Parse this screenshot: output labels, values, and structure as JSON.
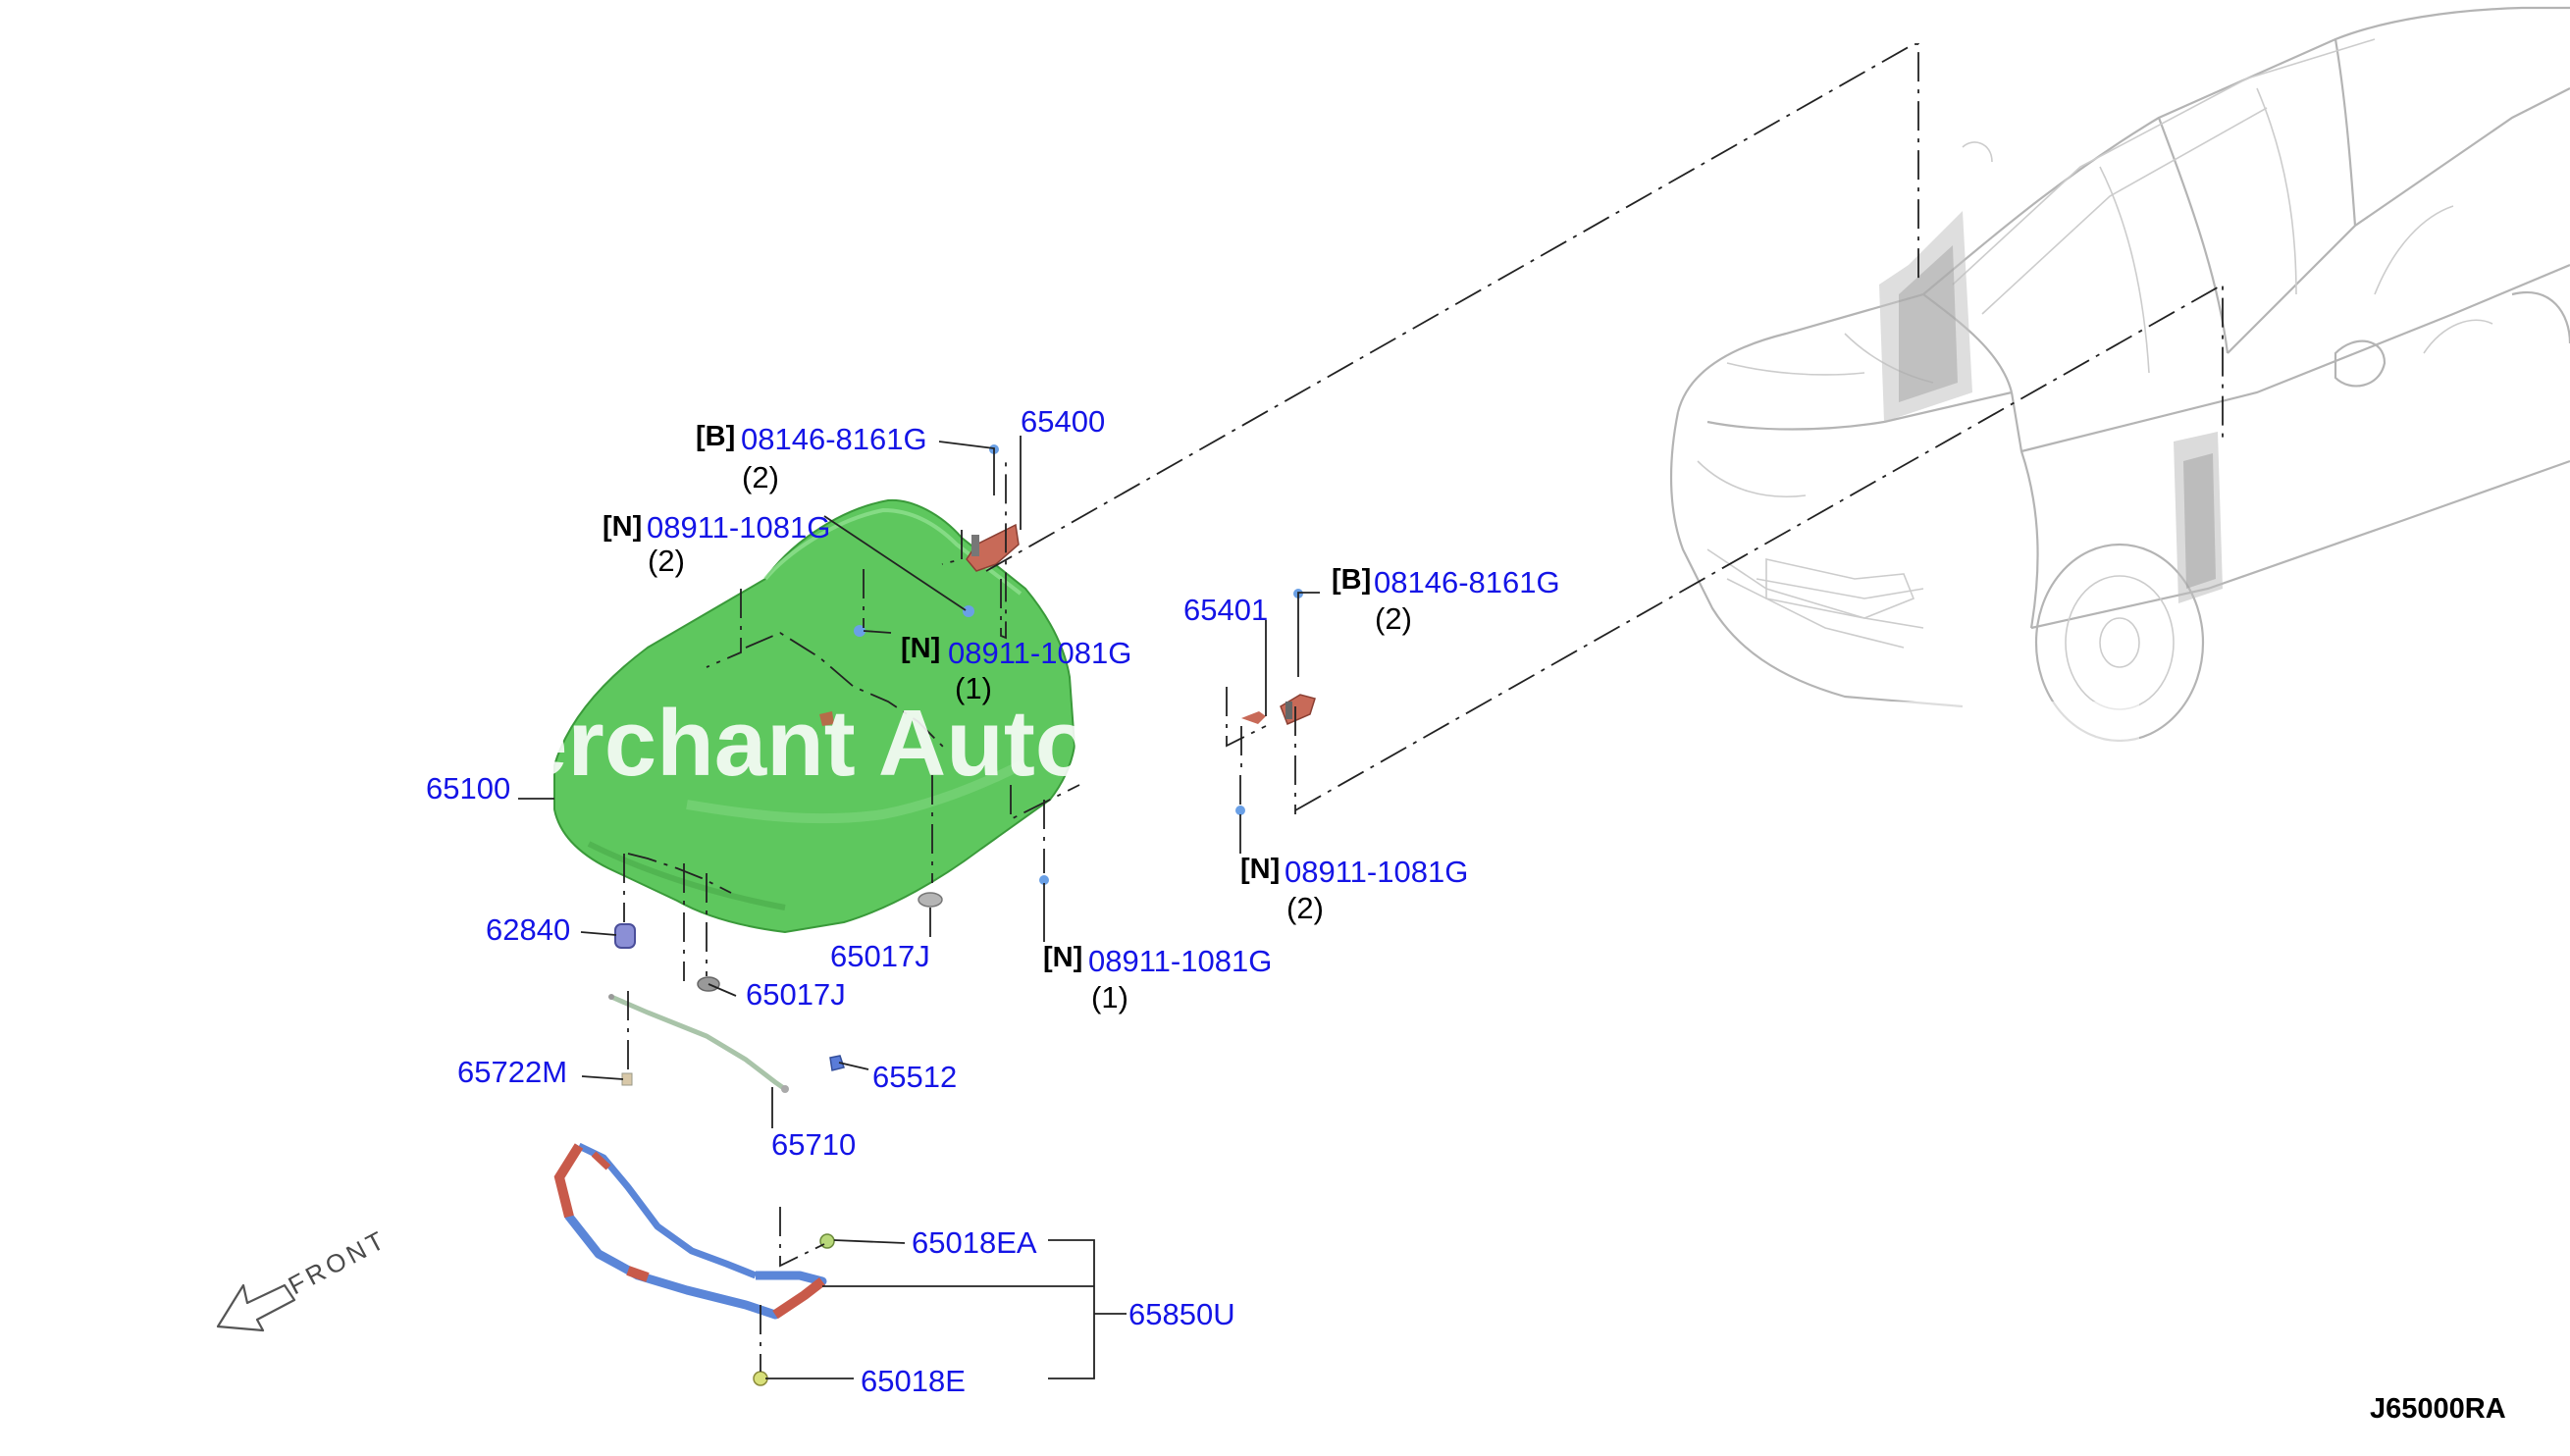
{
  "diagram_code": "J65000RA",
  "watermark": "Merchant Auto",
  "front_label": "FRONT",
  "colors": {
    "part_number": "#1414e6",
    "hood": "#5cc65c",
    "seal_blue": "#5b86d8",
    "seal_red": "#c85a4a",
    "leader": "#222222"
  },
  "callouts": [
    {
      "id": "65400",
      "part": "65400"
    },
    {
      "id": "b-08146-left",
      "bracket": "[B]",
      "part": "08146-8161G",
      "qty": "(2)"
    },
    {
      "id": "n-08911-left",
      "bracket": "[N]",
      "part": "08911-1081G",
      "qty": "(2)"
    },
    {
      "id": "n-08911-mid",
      "bracket": "[N]",
      "part": "08911-1081G",
      "qty": "(1)"
    },
    {
      "id": "65401",
      "part": "65401"
    },
    {
      "id": "b-08146-right",
      "bracket": "[B]",
      "part": "08146-8161G",
      "qty": "(2)"
    },
    {
      "id": "n-08911-right",
      "bracket": "[N]",
      "part": "08911-1081G",
      "qty": "(2)"
    },
    {
      "id": "n-08911-low",
      "bracket": "[N]",
      "part": "08911-1081G",
      "qty": "(1)"
    },
    {
      "id": "65100",
      "part": "65100"
    },
    {
      "id": "62840",
      "part": "62840"
    },
    {
      "id": "65017J-a",
      "part": "65017J"
    },
    {
      "id": "65017J-b",
      "part": "65017J"
    },
    {
      "id": "65722M",
      "part": "65722M"
    },
    {
      "id": "65512",
      "part": "65512"
    },
    {
      "id": "65710",
      "part": "65710"
    },
    {
      "id": "65018EA",
      "part": "65018EA"
    },
    {
      "id": "65850U",
      "part": "65850U"
    },
    {
      "id": "65018E",
      "part": "65018E"
    }
  ]
}
